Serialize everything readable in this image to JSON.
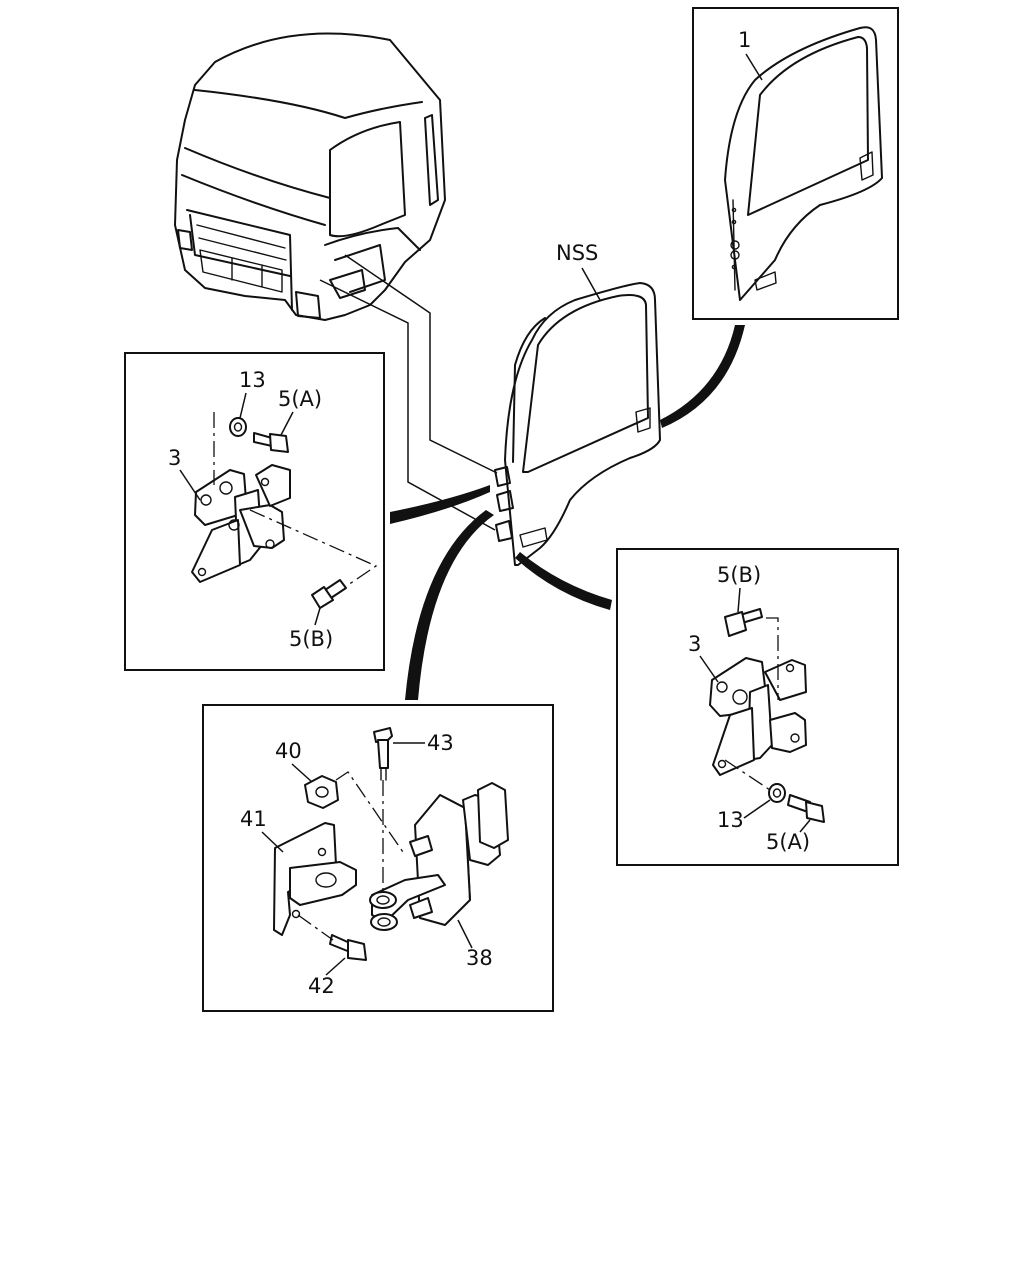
{
  "diagram": {
    "labels": {
      "door_panel": "1",
      "nss": "NSS",
      "washer_upper": "13",
      "bolt_a_upper": "5(A)",
      "hinge_upper": "3",
      "bolt_b_upper": "5(B)",
      "bolt_b_lower": "5(B)",
      "hinge_lower": "3",
      "washer_lower": "13",
      "bolt_a_lower": "5(A)",
      "pin": "43",
      "nut": "40",
      "bracket": "41",
      "checker": "38",
      "screw": "42"
    }
  }
}
